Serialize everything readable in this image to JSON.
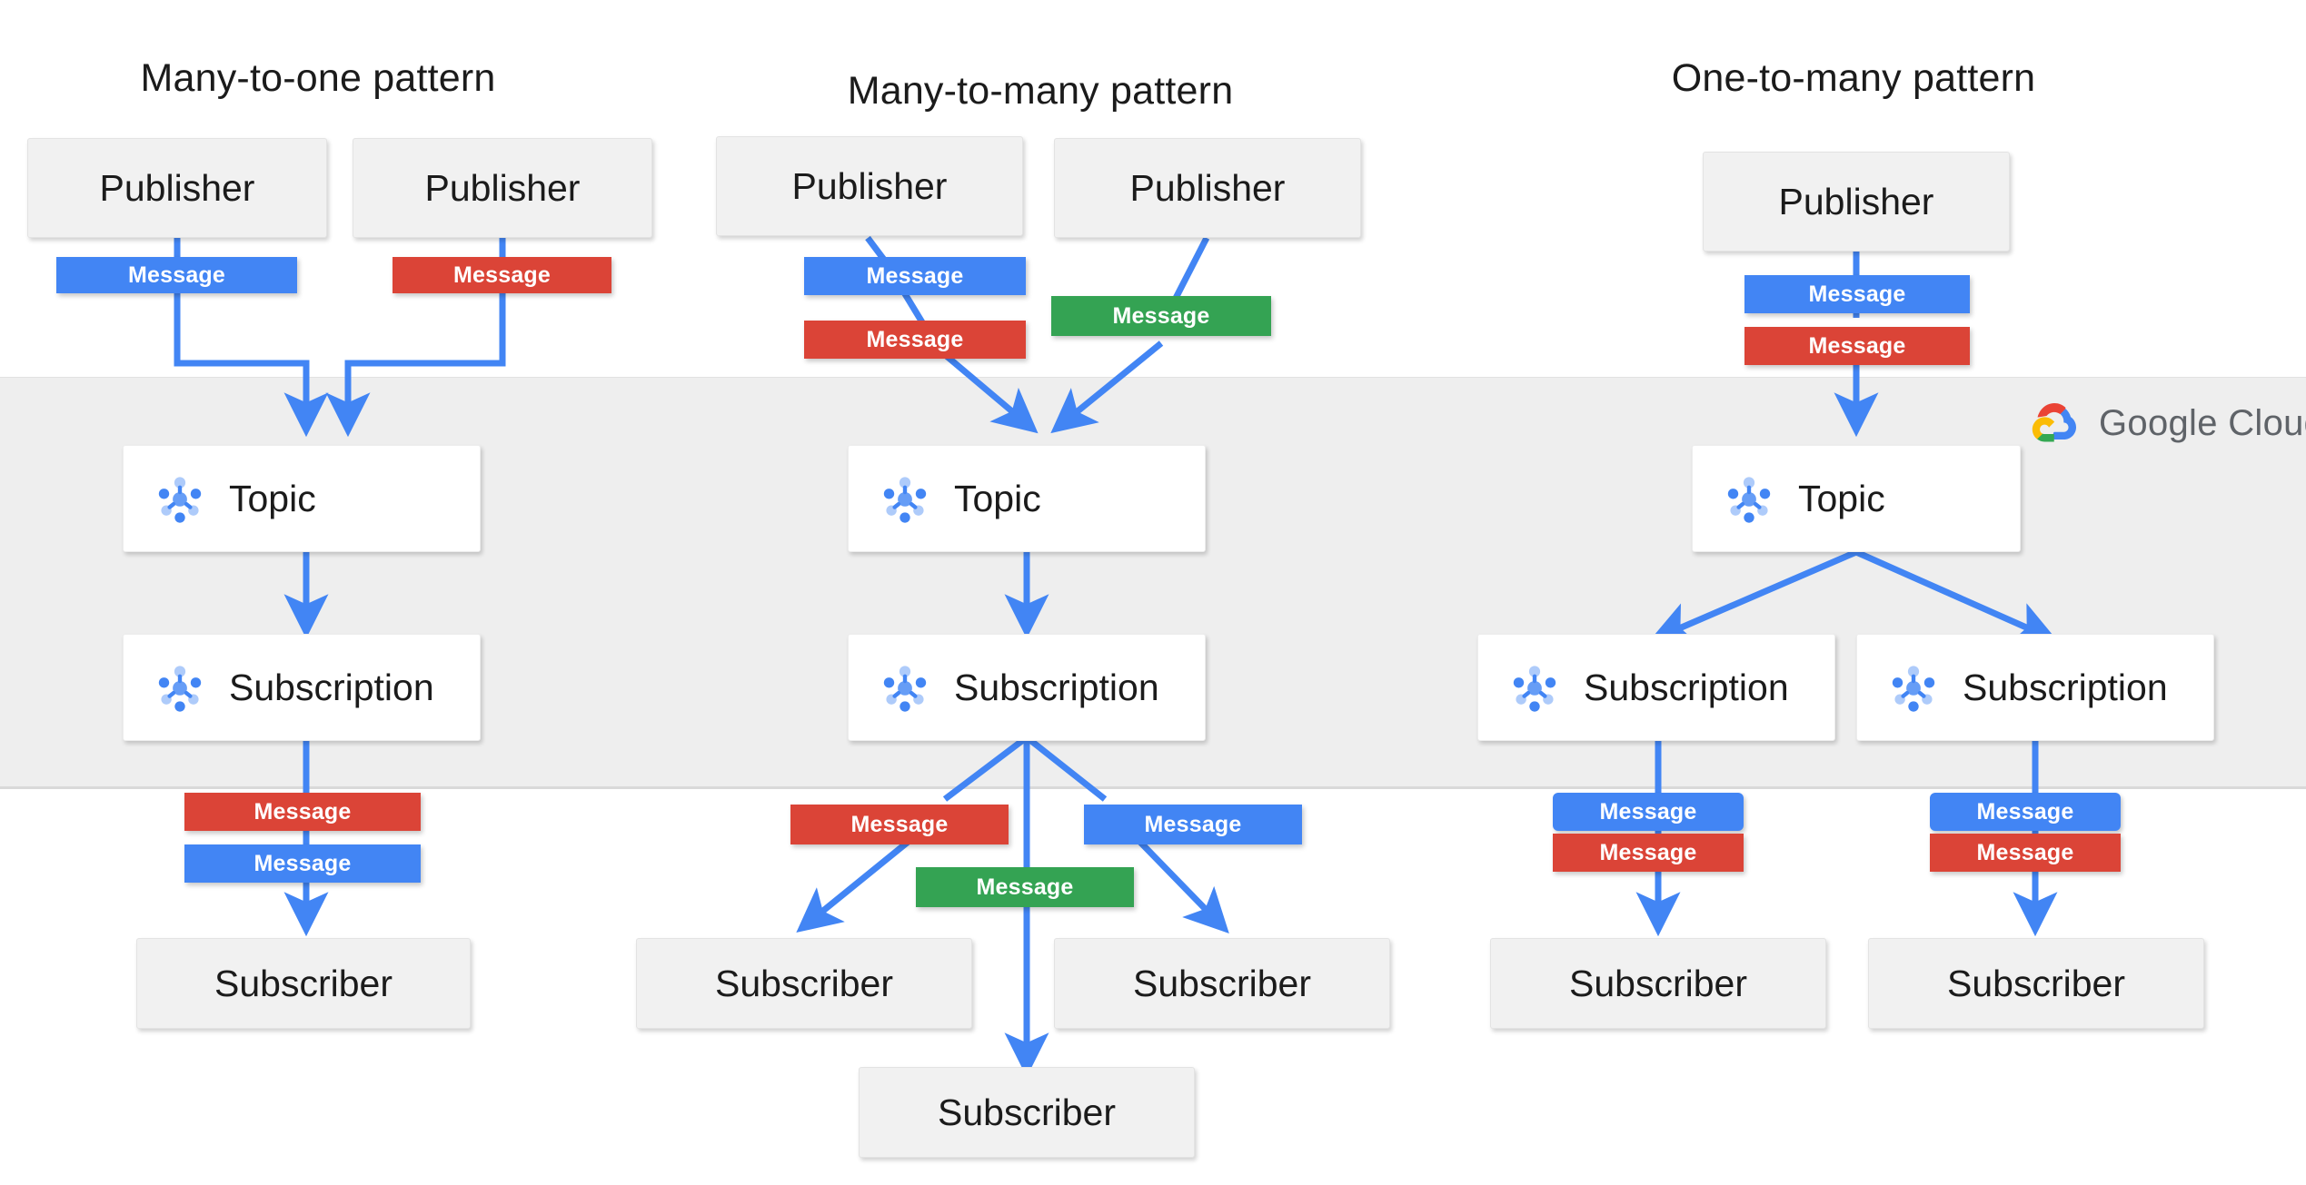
{
  "diagram": {
    "title_left": "Many-to-one pattern",
    "title_middle": "Many-to-many  pattern",
    "title_right": "One-to-many pattern",
    "brand": {
      "name": "Google Cloud",
      "icon": "google-cloud-logo-icon"
    },
    "labels": {
      "publisher": "Publisher",
      "topic": "Topic",
      "subscription": "Subscription",
      "subscriber": "Subscriber",
      "message": "Message"
    },
    "colors": {
      "blue": "#4285F4",
      "red": "#DB4437",
      "green": "#34A353",
      "band": "#EEEEEE",
      "node_grey": "#F1F1F1",
      "node_white": "#FFFFFF",
      "text": "#1B1B1B",
      "brand_text": "#5F6368"
    },
    "patterns": [
      {
        "id": "many-to-one",
        "title": "Many-to-one pattern",
        "publishers": [
          "Publisher",
          "Publisher"
        ],
        "publisher_messages": [
          "blue",
          "red"
        ],
        "topics": [
          "Topic"
        ],
        "subscriptions": [
          "Subscription"
        ],
        "subscriber_messages": [
          "red",
          "blue"
        ],
        "subscribers": [
          "Subscriber"
        ]
      },
      {
        "id": "many-to-many",
        "title": "Many-to-many  pattern",
        "publishers": [
          "Publisher",
          "Publisher"
        ],
        "publisher_messages": [
          "blue",
          "red",
          "green"
        ],
        "topics": [
          "Topic"
        ],
        "subscriptions": [
          "Subscription"
        ],
        "subscriber_messages": [
          "red",
          "blue",
          "green"
        ],
        "subscribers": [
          "Subscriber",
          "Subscriber",
          "Subscriber"
        ]
      },
      {
        "id": "one-to-many",
        "title": "One-to-many pattern",
        "publishers": [
          "Publisher"
        ],
        "publisher_messages": [
          "blue",
          "red"
        ],
        "topics": [
          "Topic"
        ],
        "subscriptions": [
          "Subscription",
          "Subscription"
        ],
        "subscriber_messages": [
          "blue",
          "red",
          "blue",
          "red"
        ],
        "subscribers": [
          "Subscriber",
          "Subscriber"
        ]
      }
    ]
  }
}
